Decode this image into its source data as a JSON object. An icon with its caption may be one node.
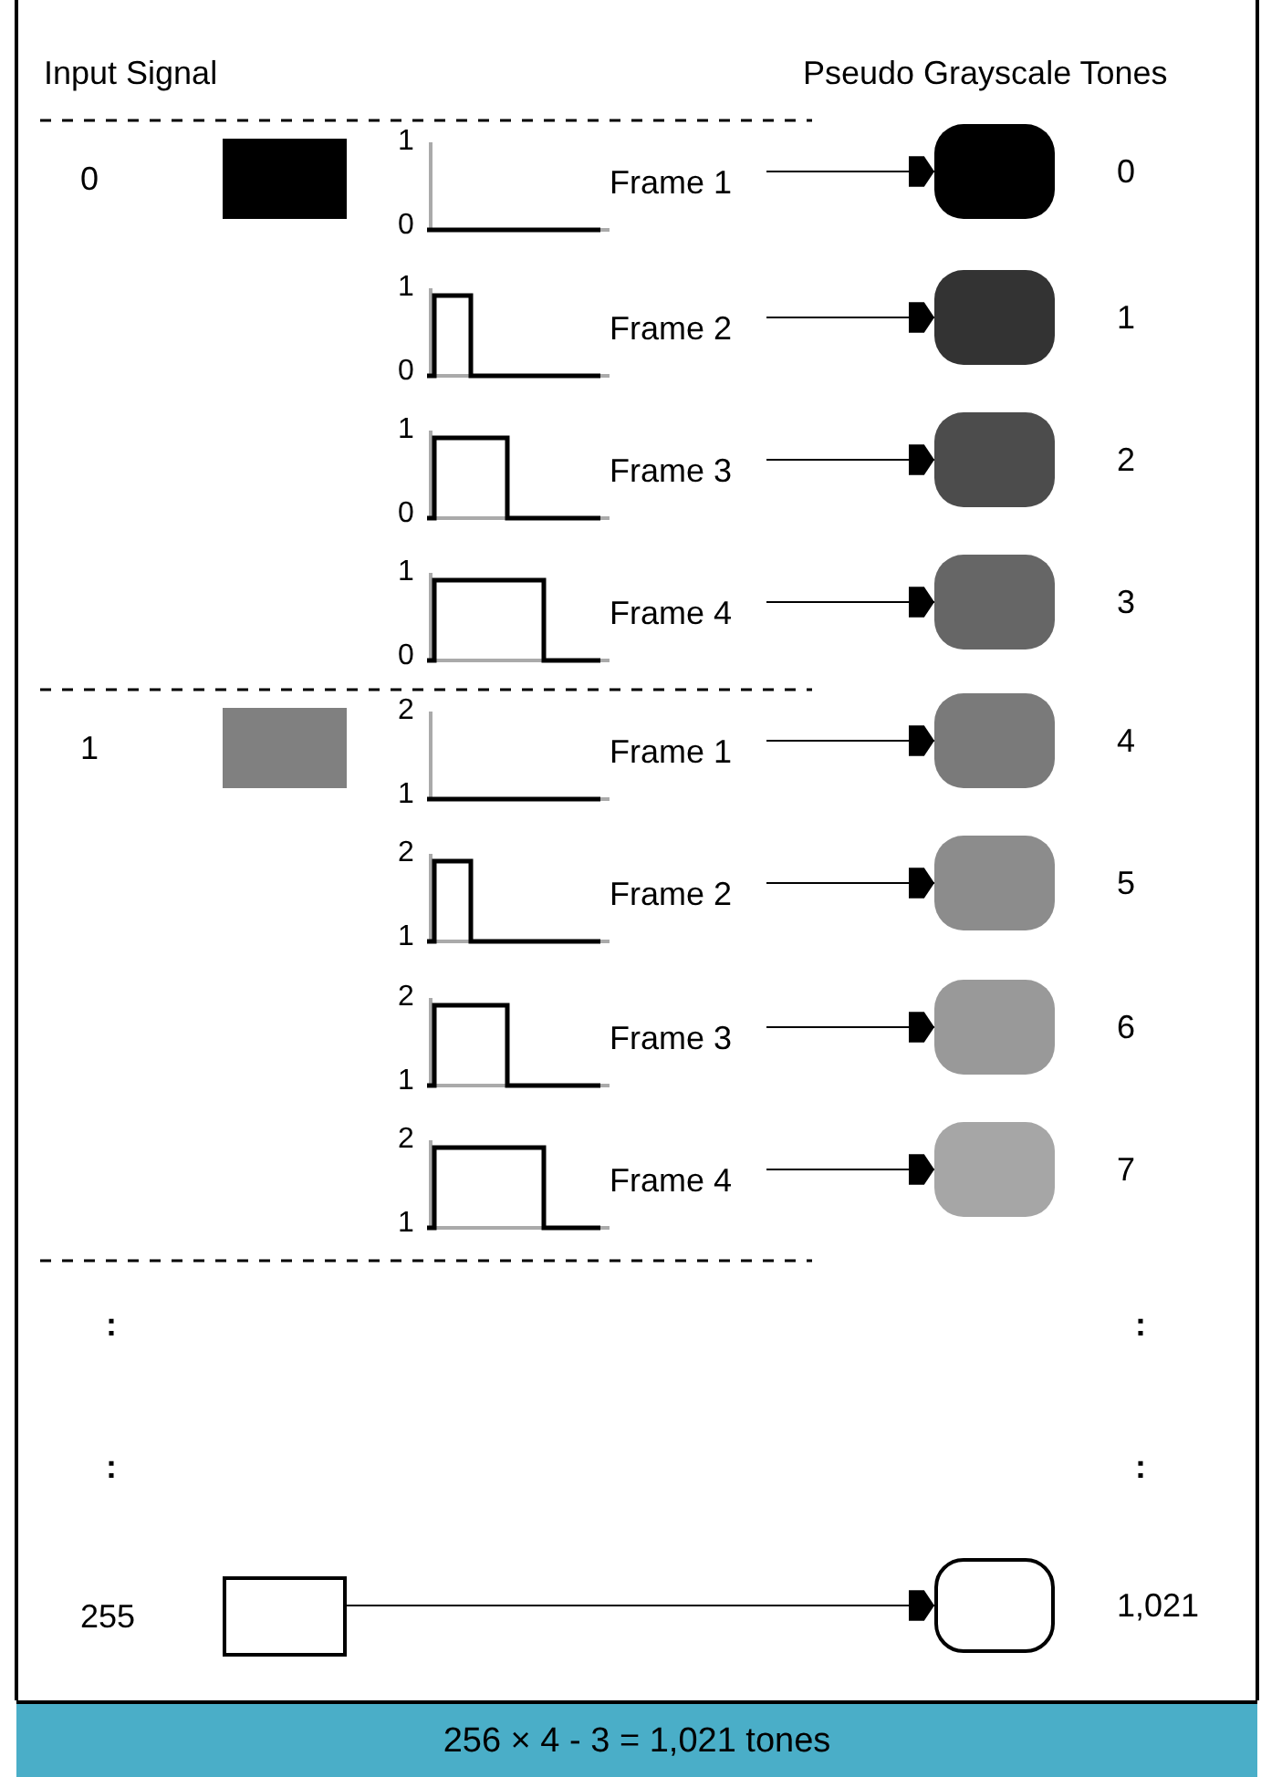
{
  "diagram": {
    "nodes": [
      {
        "text": [],
        "shape": "box",
        "beside": [
          "0"
        ]
      },
      {
        "text": [
          "Frame 1"
        ]
      },
      {
        "text": [],
        "shape": "box",
        "beside": [
          "0"
        ]
      },
      {
        "text": [
          "Frame 2"
        ]
      },
      {
        "text": [],
        "shape": "box",
        "beside": [
          "1"
        ]
      },
      {
        "text": [
          "Frame 3"
        ]
      },
      {
        "text": [],
        "shape": "box",
        "beside": [
          "2"
        ]
      },
      {
        "text": [
          "Frame 4"
        ]
      },
      {
        "text": [],
        "shape": "box",
        "beside": [
          "3"
        ]
      },
      {
        "text": [],
        "shape": "box",
        "beside": [
          "1"
        ]
      },
      {
        "text": [
          "Frame 1"
        ]
      },
      {
        "text": [],
        "shape": "box",
        "beside": [
          "4"
        ]
      },
      {
        "text": [
          "Frame 2"
        ]
      },
      {
        "text": [],
        "shape": "box",
        "beside": [
          "5"
        ]
      },
      {
        "text": [
          "Frame 3"
        ]
      },
      {
        "text": [],
        "shape": "box",
        "beside": [
          "6"
        ]
      },
      {
        "text": [
          "Frame 4"
        ]
      },
      {
        "text": [],
        "shape": "box",
        "beside": [
          "7"
        ]
      },
      {
        "text": [],
        "shape": "box",
        "beside": [
          "255"
        ]
      },
      {
        "text": [],
        "shape": "box",
        "beside": [
          "1,021"
        ]
      },
      {
        "text": [
          "256 × 4 - 3 = 1,021 tones"
        ]
      }
    ],
    "edges": [
      {
        "from": 1,
        "to": 2,
        "arrow": "to"
      },
      {
        "from": 3,
        "to": 4,
        "arrow": "to"
      },
      {
        "from": 5,
        "to": 6,
        "arrow": "to"
      },
      {
        "from": 7,
        "to": 8,
        "arrow": "to"
      },
      {
        "from": 10,
        "to": 11,
        "arrow": "to"
      },
      {
        "from": 12,
        "to": 13,
        "arrow": "to"
      },
      {
        "from": 14,
        "to": 15,
        "arrow": "to"
      },
      {
        "from": 16,
        "to": 17,
        "arrow": "to"
      },
      {
        "from": 18,
        "to": 19,
        "arrow": "to"
      }
    ],
    "labels": [
      "Input Signal",
      "Pseudo Grayscale Tones",
      "1",
      "0",
      "1",
      "0",
      "1",
      "0",
      "1",
      "0",
      "2",
      "1",
      "2",
      "1",
      "2",
      "1",
      "2",
      "1",
      ":",
      ":",
      ":",
      ":"
    ]
  }
}
